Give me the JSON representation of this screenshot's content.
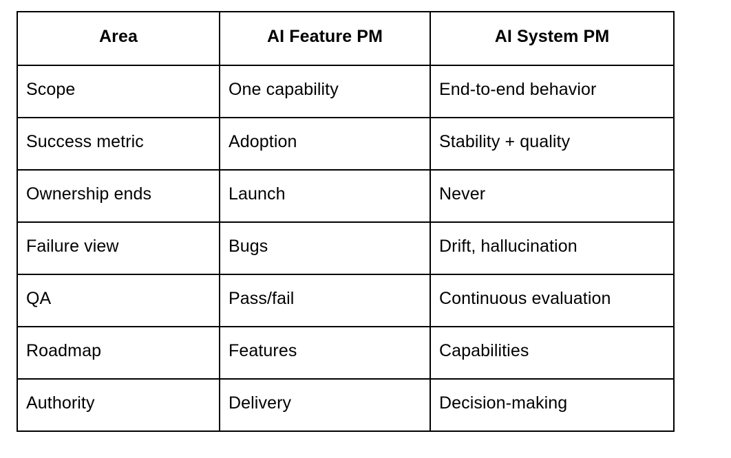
{
  "table": {
    "columns": [
      "Area",
      "AI Feature PM",
      "AI System PM"
    ],
    "rows": [
      {
        "area": "Scope",
        "feature_pm": "One capability",
        "system_pm": "End-to-end behavior"
      },
      {
        "area": "Success metric",
        "feature_pm": "Adoption",
        "system_pm": "Stability + quality"
      },
      {
        "area": "Ownership ends",
        "feature_pm": "Launch",
        "system_pm": "Never"
      },
      {
        "area": "Failure view",
        "feature_pm": "Bugs",
        "system_pm": "Drift, hallucination"
      },
      {
        "area": "QA",
        "feature_pm": "Pass/fail",
        "system_pm": "Continuous evaluation"
      },
      {
        "area": "Roadmap",
        "feature_pm": "Features",
        "system_pm": "Capabilities"
      },
      {
        "area": "Authority",
        "feature_pm": "Delivery",
        "system_pm": "Decision-making"
      }
    ]
  },
  "colors": {
    "border": "#000000",
    "text": "#000000",
    "background": "#ffffff"
  }
}
